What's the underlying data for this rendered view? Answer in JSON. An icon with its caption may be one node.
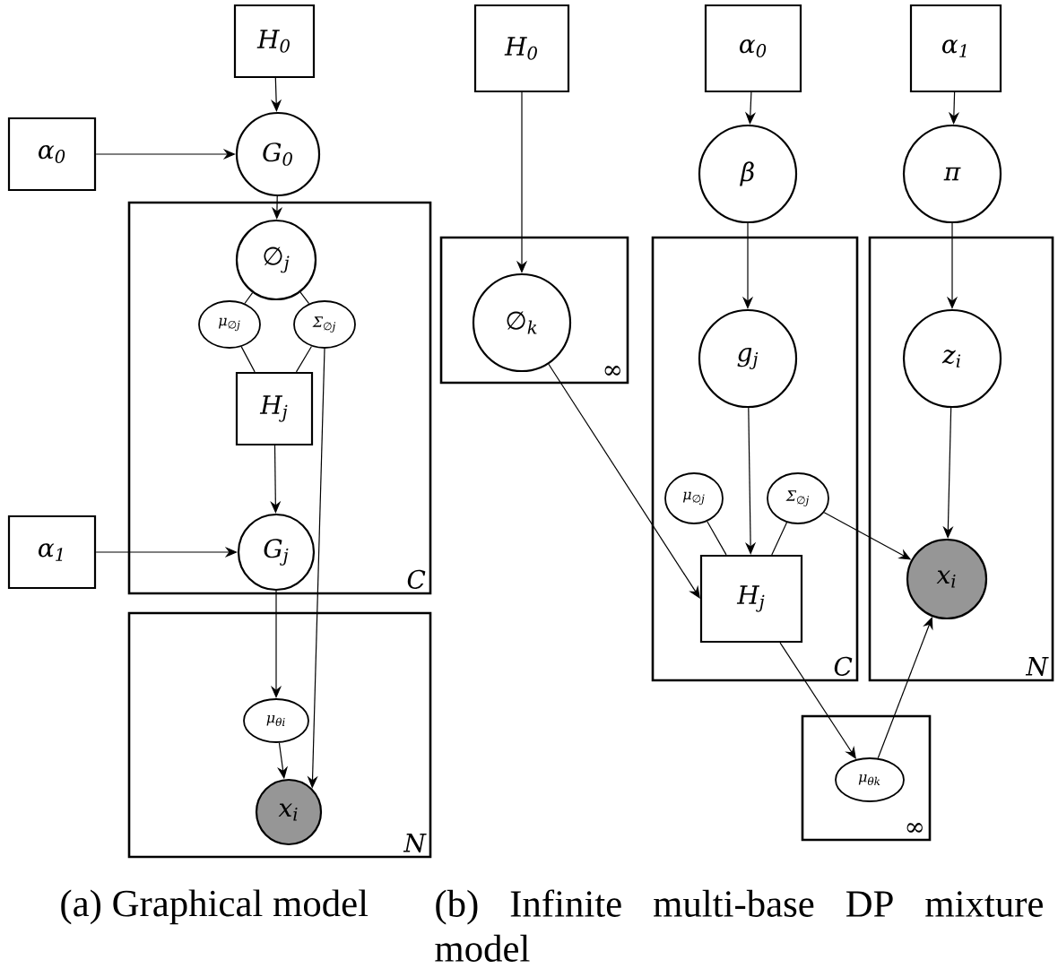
{
  "diagram": {
    "nodes": [
      {
        "text": [
          "H$_{0}$"
        ]
      },
      {
        "text": [
          "α$_{0}$"
        ]
      },
      {
        "text": [
          "G$_{0}$"
        ]
      },
      {
        "text": [
          "C"
        ]
      },
      {
        "text": [
          "∅$_{j}$"
        ],
        "in": 3
      },
      {
        "text": [
          "μ$_{∅j}$"
        ],
        "in": 3
      },
      {
        "text": [
          "Σ$_{∅j}$"
        ],
        "in": 3
      },
      {
        "text": [
          "H$_{j}$"
        ],
        "in": 3
      },
      {
        "text": [
          "α$_{1}$"
        ]
      },
      {
        "text": [
          "G$_{j}$"
        ],
        "in": 3
      },
      {
        "text": [
          "N"
        ]
      },
      {
        "text": [
          "μ$_{θi}$"
        ],
        "in": 10
      },
      {
        "text": [
          "x$_{i}$"
        ],
        "in": 10
      },
      {
        "text": [
          "H$_{0}$"
        ]
      },
      {
        "text": [
          "α$_{0}$"
        ]
      },
      {
        "text": [
          "α$_{1}$"
        ]
      },
      {
        "text": [
          "β"
        ]
      },
      {
        "text": [
          "π"
        ]
      },
      {
        "text": [
          "∞"
        ]
      },
      {
        "text": [
          "∅$_{k}$"
        ],
        "in": 18
      },
      {
        "text": [
          "C"
        ]
      },
      {
        "text": [
          "g$_{j}$"
        ],
        "in": 20
      },
      {
        "text": [
          "μ$_{∅j}$"
        ],
        "in": 20
      },
      {
        "text": [
          "Σ$_{∅j}$"
        ],
        "in": 20
      },
      {
        "text": [
          "H$_{j}$"
        ],
        "in": 20
      },
      {
        "text": [
          "N"
        ]
      },
      {
        "text": [
          "z$_{i}$"
        ],
        "in": 25
      },
      {
        "text": [
          "x$_{i}$"
        ],
        "in": 25
      },
      {
        "text": [
          "∞"
        ]
      },
      {
        "text": [
          "μ$_{θk}$"
        ],
        "in": 28
      }
    ],
    "edges": [
      {
        "from": 0,
        "to": 2,
        "arrow": "to"
      },
      {
        "from": 1,
        "to": 2,
        "arrow": "to"
      },
      {
        "from": 2,
        "to": 4,
        "arrow": "to"
      },
      {
        "from": 4,
        "to": 5,
        "arrow": "none"
      },
      {
        "from": 4,
        "to": 6,
        "arrow": "none"
      },
      {
        "from": 5,
        "to": 7,
        "arrow": "none"
      },
      {
        "from": 6,
        "to": 7,
        "arrow": "none"
      },
      {
        "from": 6,
        "to": 12,
        "arrow": "to"
      },
      {
        "from": 7,
        "to": 9,
        "arrow": "to"
      },
      {
        "from": 8,
        "to": 9,
        "arrow": "to"
      },
      {
        "from": 9,
        "to": 11,
        "arrow": "to"
      },
      {
        "from": 11,
        "to": 12,
        "arrow": "to"
      },
      {
        "from": 13,
        "to": 19,
        "arrow": "to"
      },
      {
        "from": 14,
        "to": 16,
        "arrow": "to"
      },
      {
        "from": 15,
        "to": 17,
        "arrow": "to"
      },
      {
        "from": 16,
        "to": 21,
        "arrow": "to"
      },
      {
        "from": 17,
        "to": 26,
        "arrow": "to"
      },
      {
        "from": 21,
        "to": 24,
        "arrow": "to"
      },
      {
        "from": 22,
        "to": 24,
        "arrow": "none"
      },
      {
        "from": 23,
        "to": 24,
        "arrow": "none"
      },
      {
        "from": 19,
        "to": 24,
        "arrow": "to"
      },
      {
        "from": 23,
        "to": 27,
        "arrow": "to"
      },
      {
        "from": 26,
        "to": 27,
        "arrow": "to"
      },
      {
        "from": 24,
        "to": 29,
        "arrow": "to"
      },
      {
        "from": 29,
        "to": 27,
        "arrow": "to"
      }
    ],
    "labels": [
      "(a) Graphical model",
      "(b) Infinite multi-base DP mixture model"
    ]
  }
}
